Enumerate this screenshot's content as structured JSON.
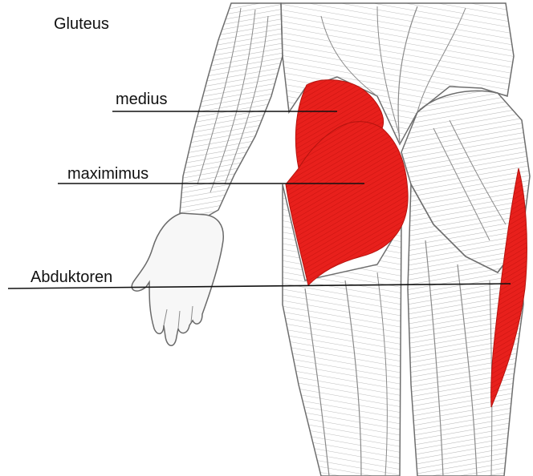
{
  "diagram": {
    "title": "Gluteus",
    "labels": {
      "medius": "medius",
      "maximimus": "maximimus",
      "abduktoren": "Abduktoren"
    }
  },
  "colors": {
    "highlight": "#e8201c",
    "sketch": "#7a7a7a",
    "skin": "#f5f5f5",
    "leader_line": "#111111"
  }
}
